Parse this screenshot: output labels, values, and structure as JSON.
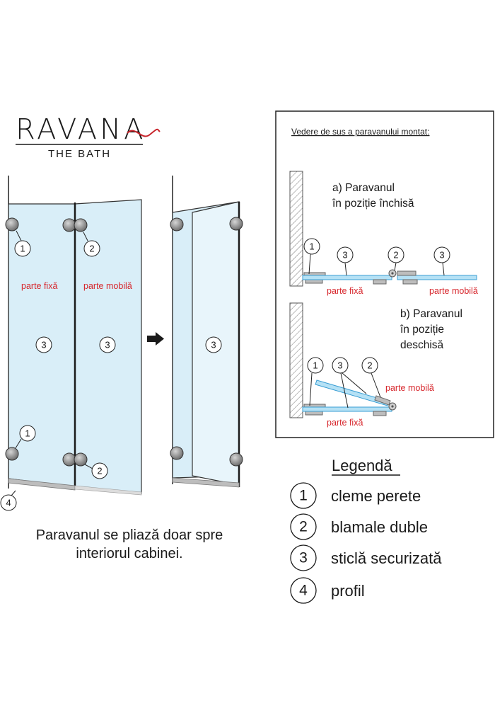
{
  "logo": {
    "brand": "RAVANA",
    "tagline": "THE BATH"
  },
  "front": {
    "fixed_label": "parte fixă",
    "mobile_label": "parte mobilă",
    "callouts": [
      "1",
      "2",
      "3",
      "4"
    ]
  },
  "caption": {
    "line1": "Paravanul se pliază doar spre",
    "line2": "interiorul cabinei."
  },
  "top_view": {
    "title": "Vedere de sus a paravanului montat:",
    "closed": {
      "line1": "a) Paravanul",
      "line2": "în poziție închisă"
    },
    "open": {
      "line1": "b) Paravanul",
      "line2": "în poziție",
      "line3": "deschisă"
    },
    "fixed_label": "parte fixă",
    "mobile_label": "parte mobilă"
  },
  "legend": {
    "title": "Legendă",
    "items": [
      {
        "num": "1",
        "label": "cleme perete"
      },
      {
        "num": "2",
        "label": "blamale duble"
      },
      {
        "num": "3",
        "label": "sticlă securizată"
      },
      {
        "num": "4",
        "label": "profil"
      }
    ]
  },
  "colors": {
    "glass": "#d9eef8",
    "glass_edge": "#7fc6ea",
    "accent": "#d7262c",
    "hardware": "#8a8a8a"
  }
}
